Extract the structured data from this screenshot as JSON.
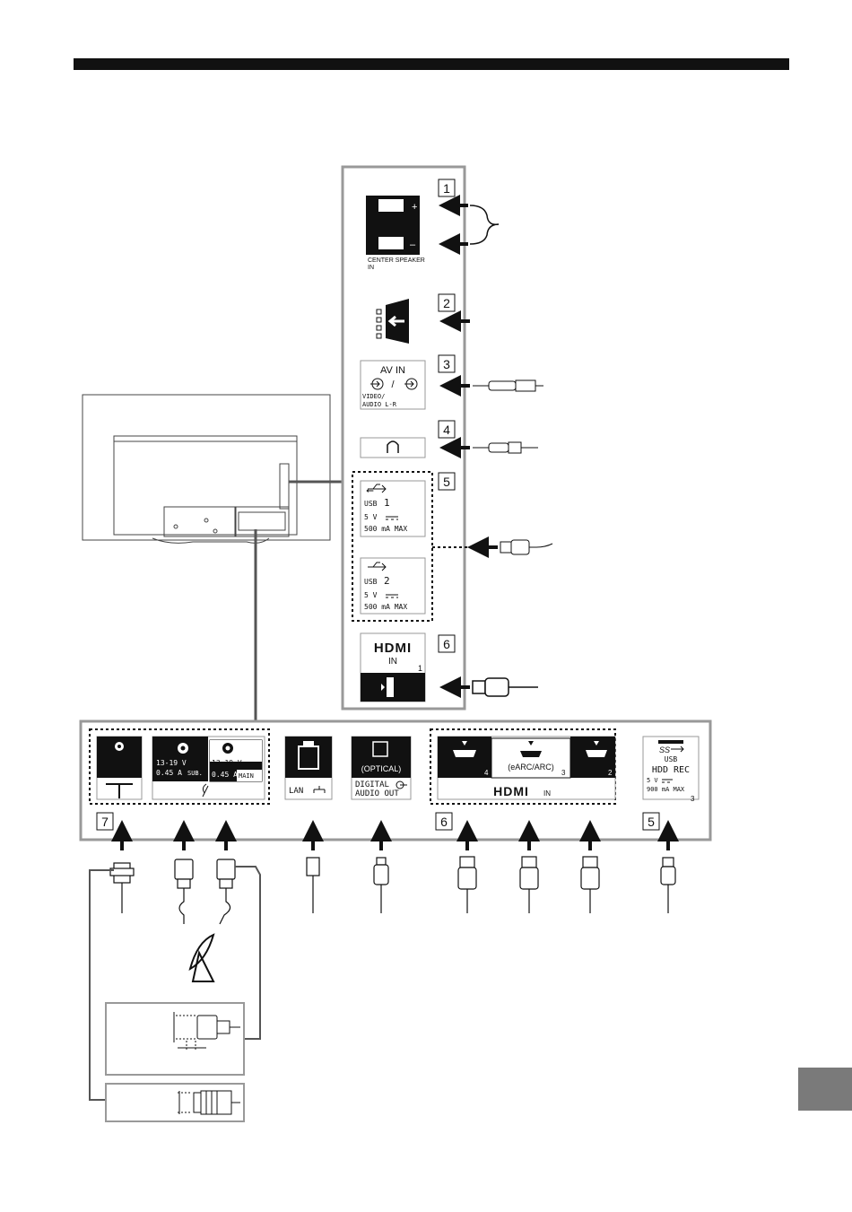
{
  "side_panel": {
    "numbers": [
      "1",
      "2",
      "3",
      "4",
      "5",
      "6"
    ],
    "center_speaker": {
      "plus": "+",
      "minus": "–",
      "label_line1": "CENTER SPEAKER",
      "label_line2": "IN"
    },
    "av_in": {
      "title": "AV IN",
      "slash": "/",
      "line1": "VIDEO/",
      "line2": "AUDIO L-R"
    },
    "usb1": {
      "name": "USB",
      "num": "1",
      "volt": "5 V",
      "amp": "500 mA MAX"
    },
    "usb2": {
      "name": "USB",
      "num": "2",
      "volt": "5 V",
      "amp": "500 mA MAX"
    },
    "hdmi_side": {
      "logo": "HDMI",
      "in": "IN",
      "port": "1"
    }
  },
  "bottom_panel": {
    "numbers": [
      "7",
      "6",
      "5"
    ],
    "satellite": {
      "volt1": "13-19 V",
      "amp1": "0.45 A",
      "tag1": "SUB.",
      "volt2": "13-19 V",
      "amp2": "0.45 A",
      "tag2": "MAIN"
    },
    "lan": "LAN",
    "optical": {
      "line1": "(OPTICAL)",
      "line2": "DIGITAL",
      "line3": "AUDIO OUT"
    },
    "hdmi": {
      "port4": "4",
      "port3": "3",
      "port2": "2",
      "earc": "(eARC/ARC)",
      "logo": "HDMI",
      "in": "IN"
    },
    "usb3": {
      "ss": "SS",
      "line1": "USB",
      "line2": "HDD REC",
      "volt": "5 V",
      "amp": "900 mA MAX",
      "num": "3"
    }
  }
}
